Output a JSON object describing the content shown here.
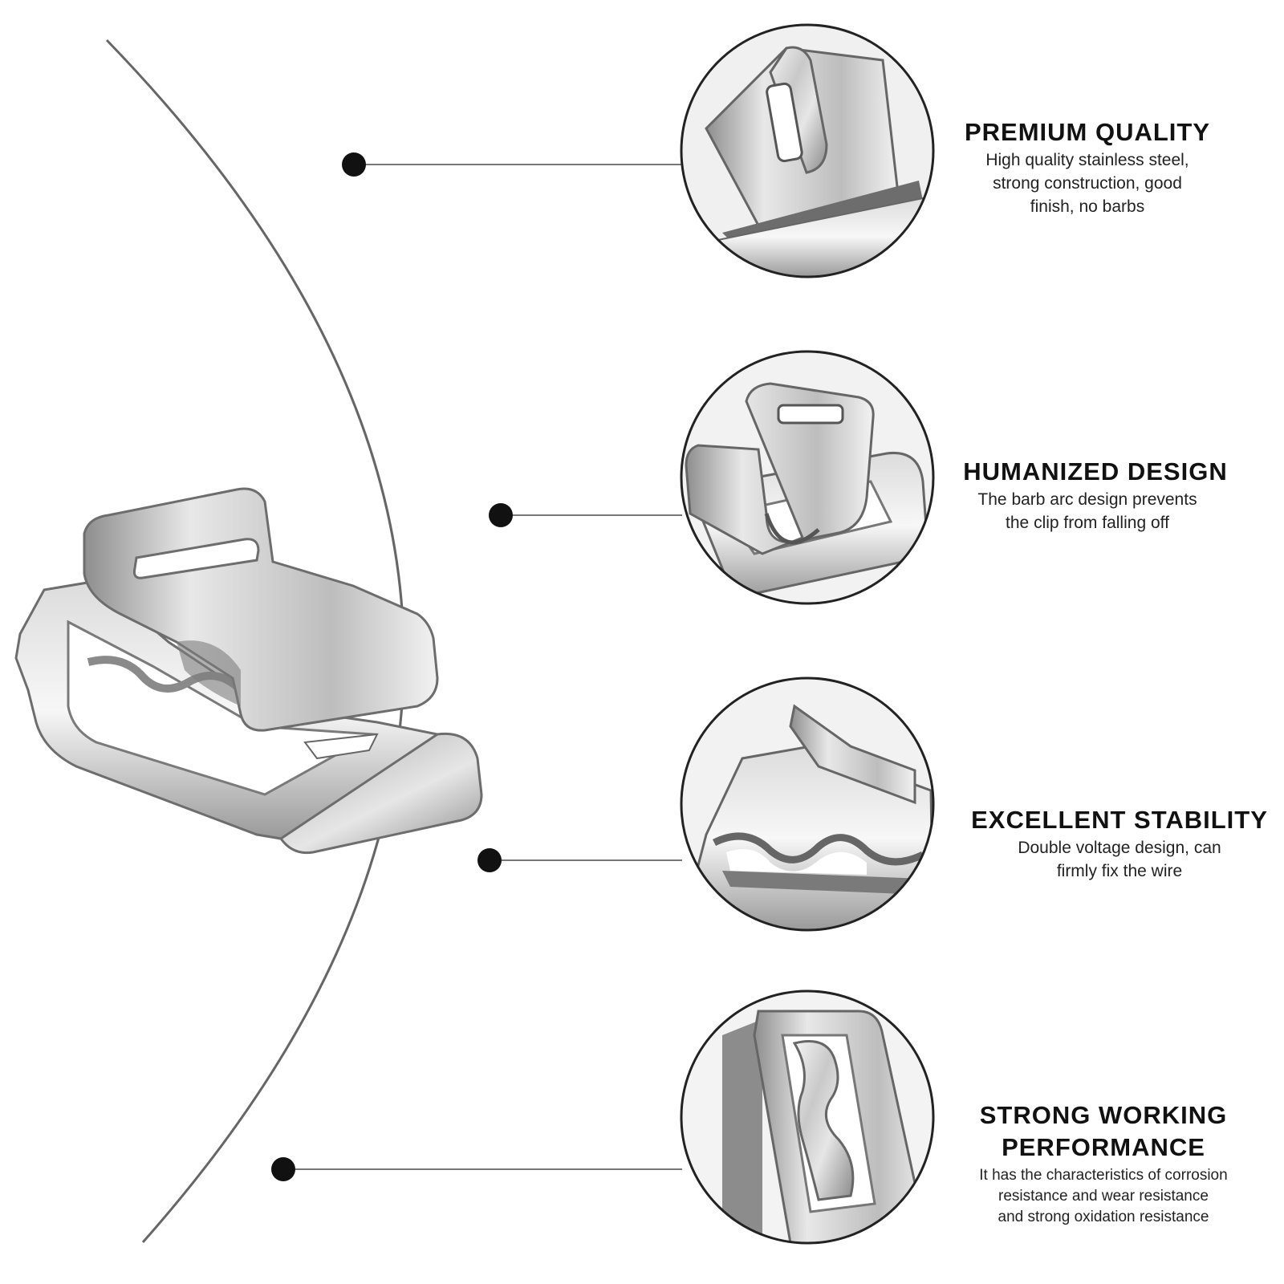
{
  "features": [
    {
      "title_lines": [
        "PREMIUM QUALITY"
      ],
      "description_lines": [
        "High quality stainless steel,",
        "strong construction, good",
        "finish, no barbs"
      ],
      "detail_view": "clip-tab-closeup"
    },
    {
      "title_lines": [
        "HUMANIZED DESIGN"
      ],
      "description_lines": [
        "The barb arc design prevents",
        "the clip from falling off"
      ],
      "detail_view": "clip-side-closeup"
    },
    {
      "title_lines": [
        "EXCELLENT STABILITY"
      ],
      "description_lines": [
        "Double voltage design, can",
        "firmly fix the wire"
      ],
      "detail_view": "clip-wave-closeup"
    },
    {
      "title_lines": [
        "STRONG WORKING",
        "PERFORMANCE"
      ],
      "description_lines": [
        "It has the characteristics of corrosion",
        "resistance and wear resistance",
        "and strong oxidation resistance"
      ],
      "detail_view": "clip-front-closeup"
    }
  ],
  "colors": {
    "arc": "#666666",
    "connector": "#777777",
    "dot": "#111111",
    "circle_border": "#222222",
    "steel_light": "#eeeeee",
    "steel_mid": "#b9b9b9",
    "steel_dark": "#6d6d6d"
  },
  "product": "stainless-steel-wire-clip"
}
